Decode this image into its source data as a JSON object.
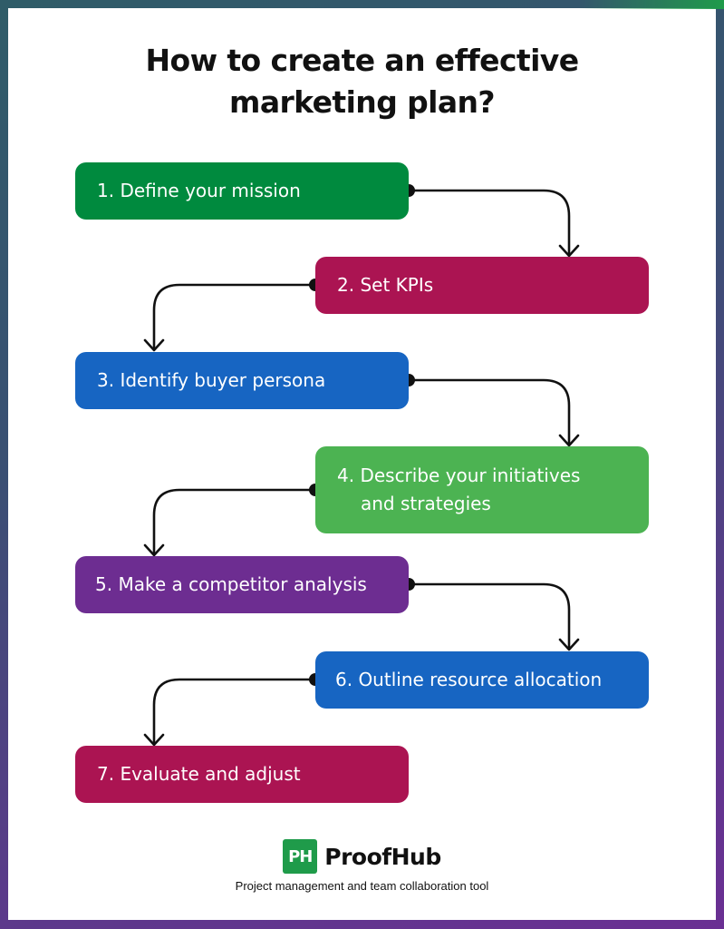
{
  "title": {
    "line1": "How to create an effective",
    "line2": "marketing plan?"
  },
  "steps": [
    {
      "label": "1. Define your mission",
      "color": "#008a3e"
    },
    {
      "label": "2. Set KPIs",
      "color": "#ab1452"
    },
    {
      "label": "3. Identify buyer persona",
      "color": "#1765c2"
    },
    {
      "label": "4. Describe your initiatives and strategies",
      "color": "#4cb352"
    },
    {
      "label": "5. Make a competitor analysis",
      "color": "#6d2d91"
    },
    {
      "label": "6. Outline resource allocation",
      "color": "#1765c2"
    },
    {
      "label": "7. Evaluate and adjust",
      "color": "#ab1452"
    }
  ],
  "brand": {
    "logo_text": "PH",
    "name": "ProofHub",
    "tagline": "Project management and team collaboration tool",
    "color": "#1f9b4a"
  }
}
